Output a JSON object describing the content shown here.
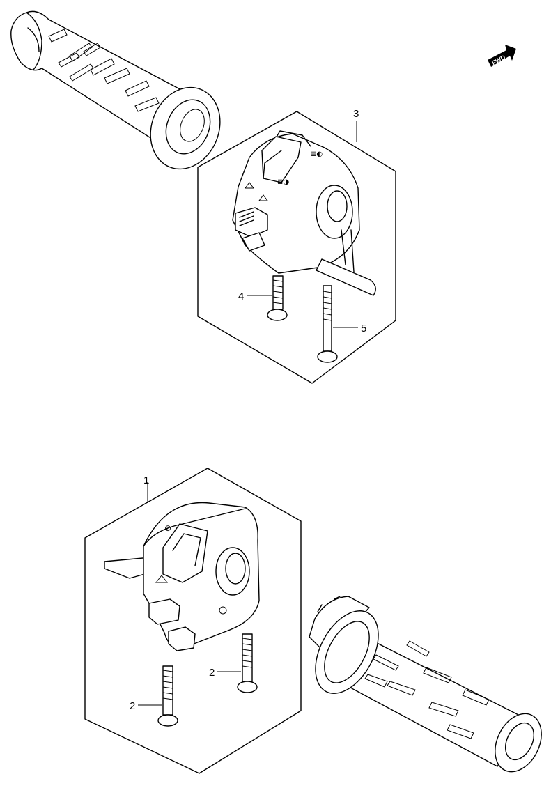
{
  "diagram": {
    "fwd_label": "FWD",
    "callouts": {
      "part_1": "1",
      "part_2a": "2",
      "part_2b": "2",
      "part_3": "3",
      "part_4": "4",
      "part_5": "5"
    }
  }
}
